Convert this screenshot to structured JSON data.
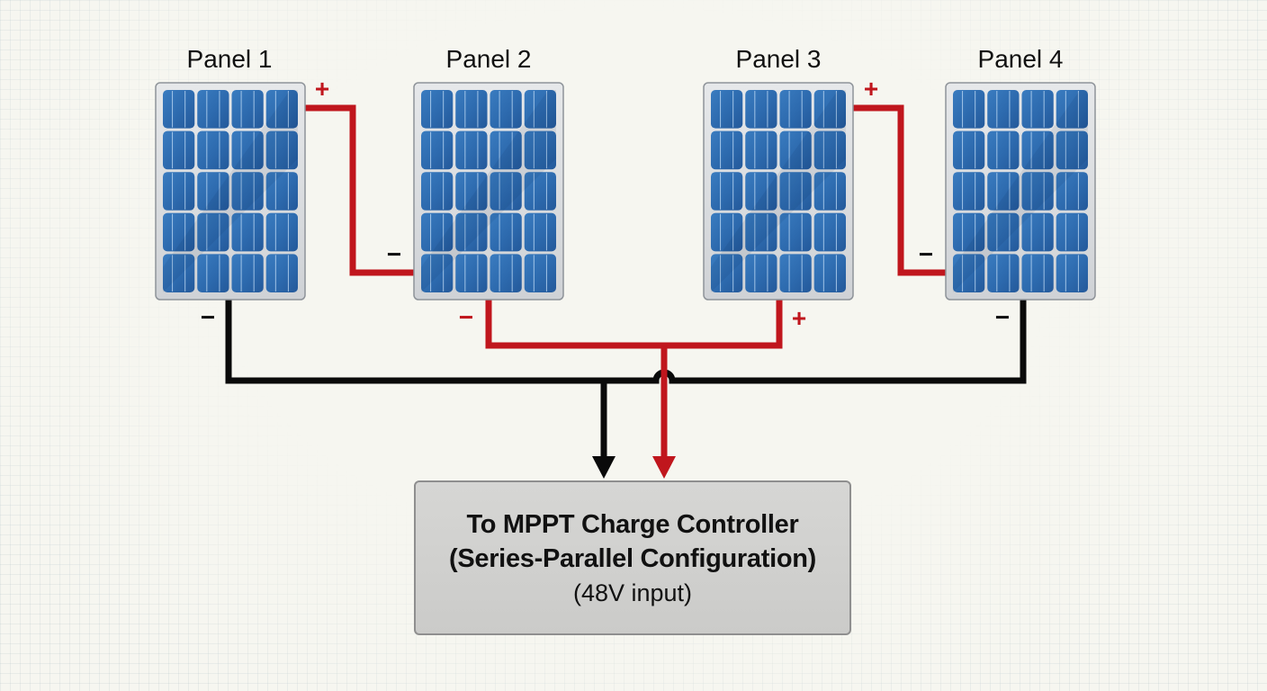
{
  "diagram": {
    "type": "solar-wiring",
    "colors": {
      "positive_wire": "#c0161d",
      "negative_wire": "#0a0a0a",
      "cell": "#2e6fb3",
      "frame": "#d9dcdf"
    },
    "panels": [
      {
        "label": "Panel 1",
        "top_right_terminal": "+",
        "bottom_left_terminal": "−"
      },
      {
        "label": "Panel 2",
        "left_terminal": "−",
        "bottom_left_terminal": "−"
      },
      {
        "label": "Panel 3",
        "top_right_terminal": "+",
        "bottom_right_terminal": "+"
      },
      {
        "label": "Panel 4",
        "left_terminal": "−",
        "bottom_right_terminal": "−"
      }
    ],
    "panel_cells": {
      "columns": 4,
      "rows": 5
    },
    "connections": [
      {
        "from": "Panel 1 +",
        "to": "Panel 2 −",
        "polarity": "positive",
        "kind": "series"
      },
      {
        "from": "Panel 3 +",
        "to": "Panel 4 −",
        "polarity": "positive",
        "kind": "series"
      },
      {
        "from": "Panel 2 −",
        "to": "Panel 3 +",
        "polarity": "positive",
        "kind": "combined output"
      },
      {
        "from": "Panel 1 −",
        "to": "Panel 4 −",
        "polarity": "negative",
        "kind": "combined output"
      }
    ],
    "controller": {
      "title": "To MPPT Charge Controller",
      "subtitle": "(Series-Parallel Configuration)",
      "input": "(48V input)"
    }
  }
}
